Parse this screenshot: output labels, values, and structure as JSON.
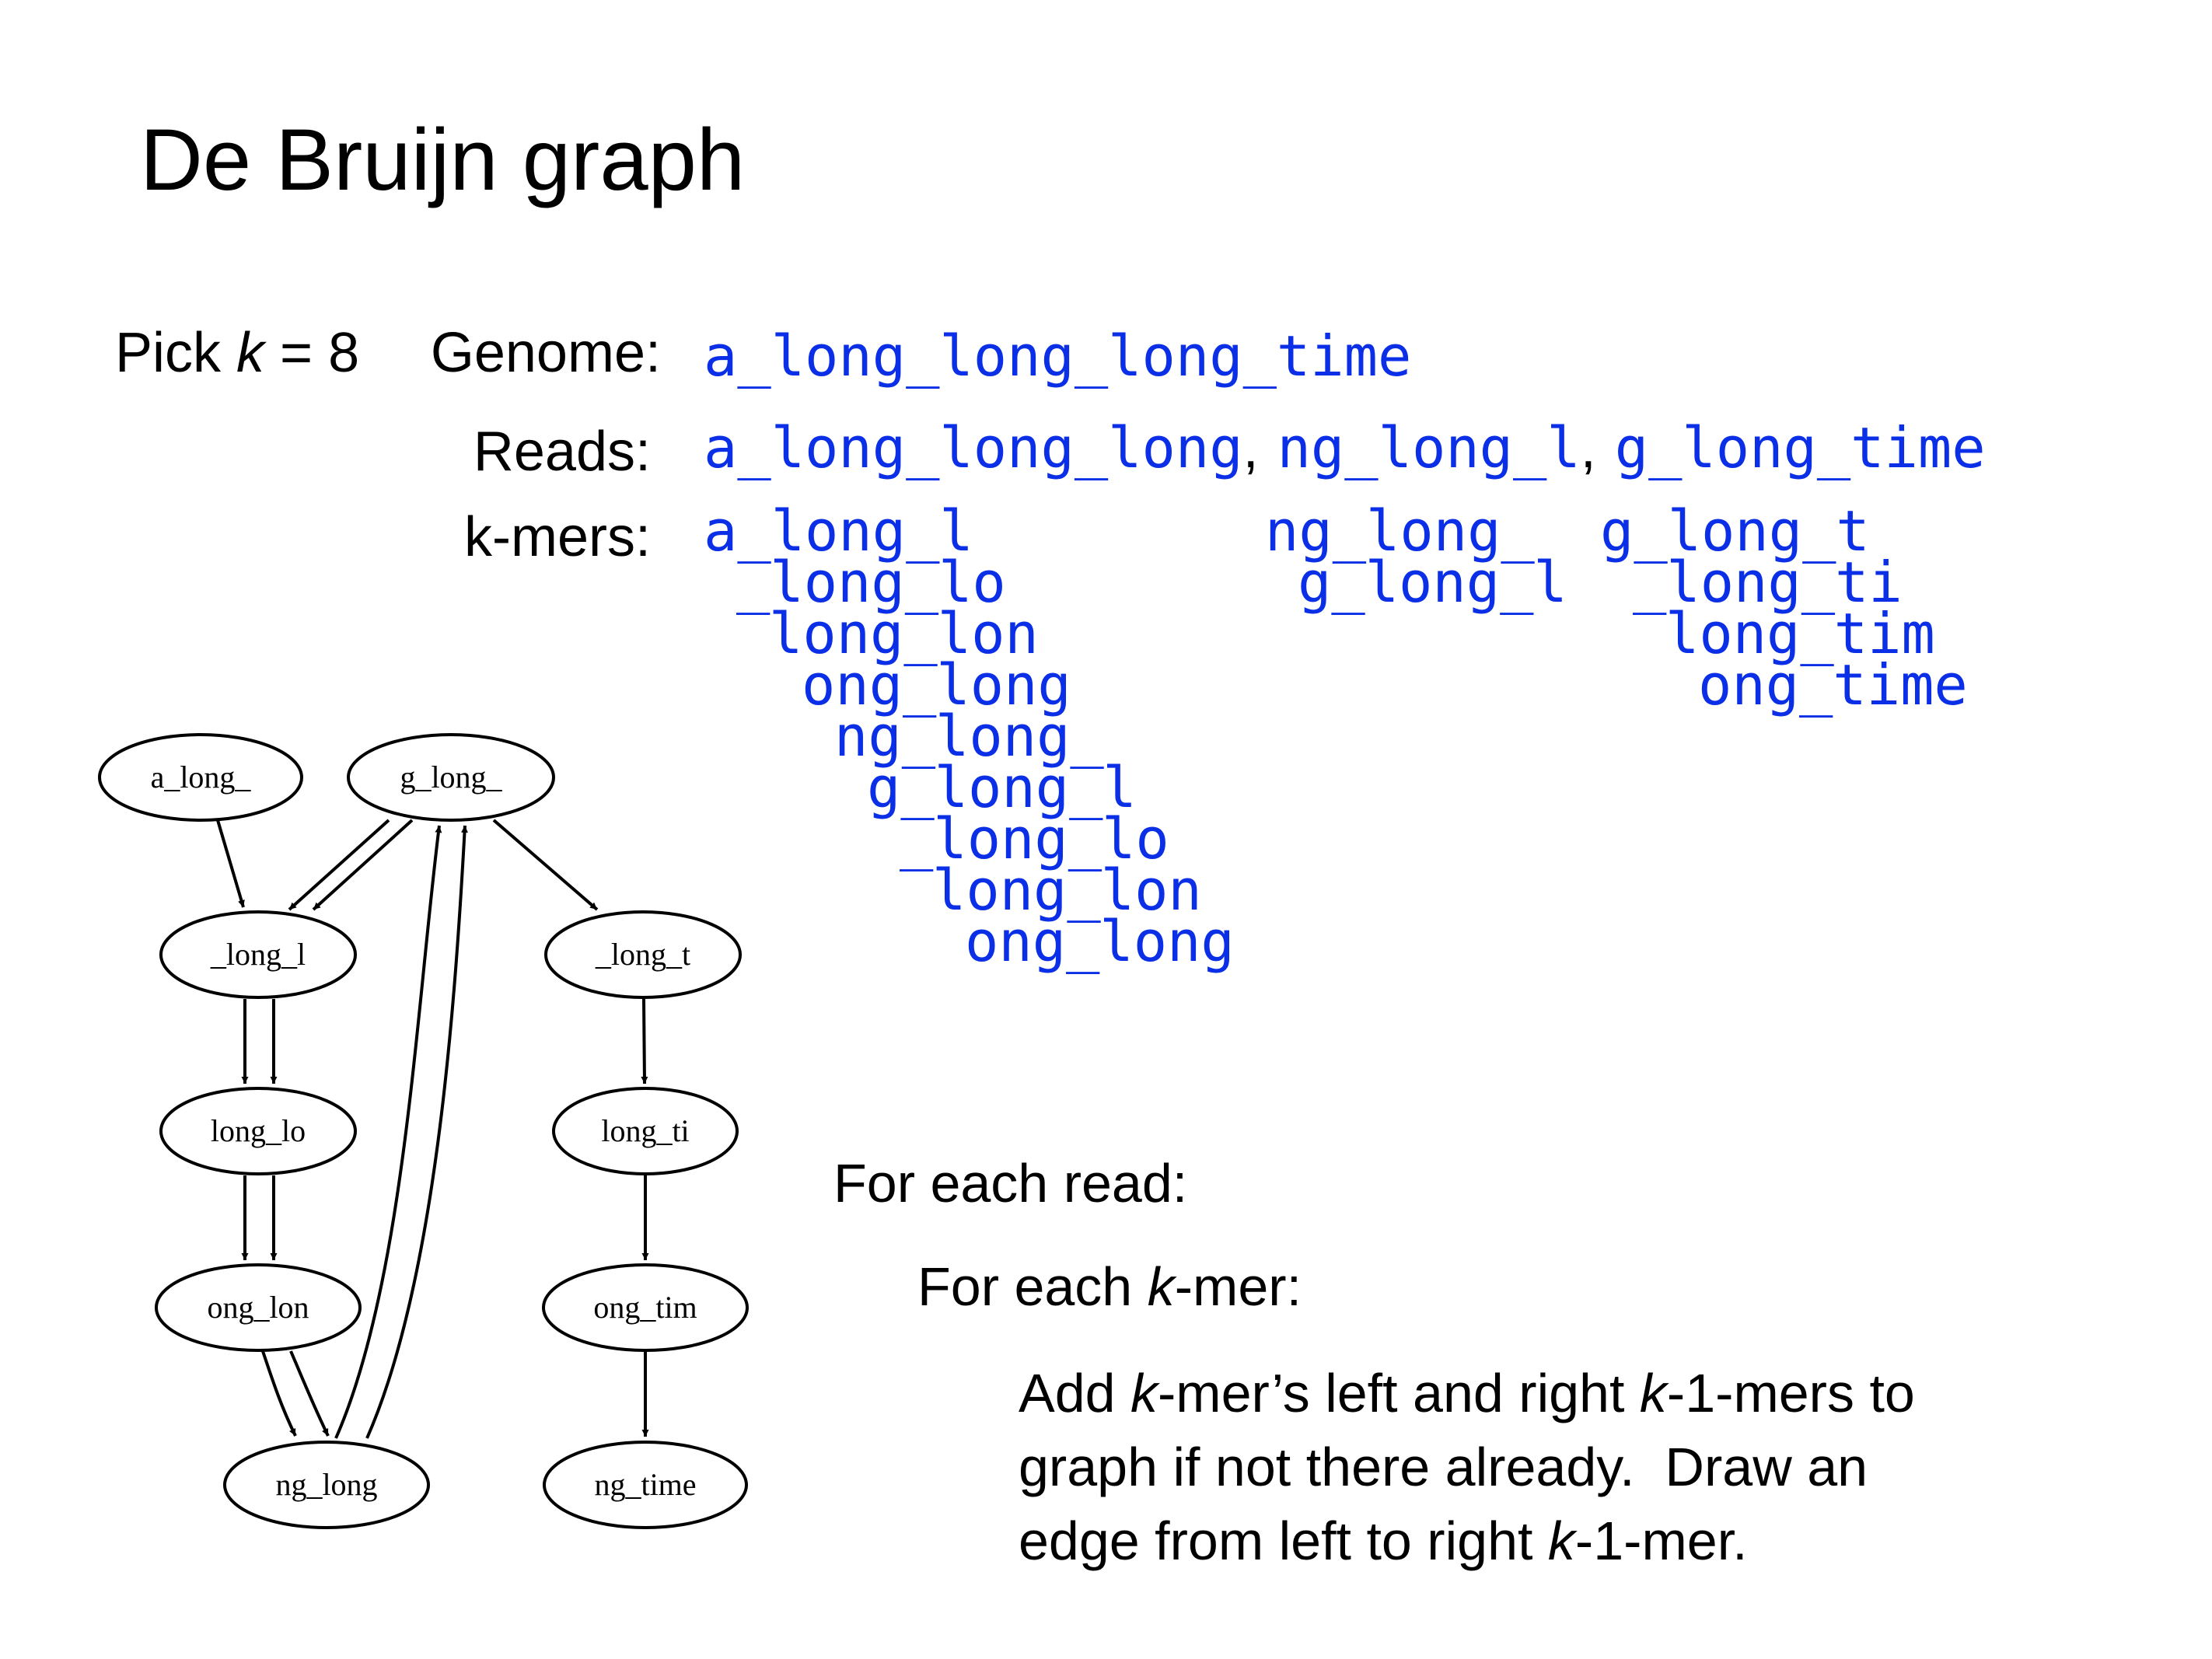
{
  "title": "De Bruijn graph",
  "pick": {
    "prefix": "Pick ",
    "k": "k",
    "suffix": " = 8"
  },
  "genome": {
    "label": "Genome:",
    "value": "a_long_long_long_time"
  },
  "reads": {
    "label": "Reads:",
    "items": [
      "a_long_long_long",
      "ng_long_l",
      "g_long_time"
    ],
    "separator": ","
  },
  "kmers": {
    "label": "k-mers:",
    "columns": [
      [
        "a_long_l",
        "_long_lo",
        "long_lon",
        "ong_long",
        "ng_long_",
        "g_long_l",
        "_long_lo",
        "long_lon",
        "ong_long"
      ],
      [
        "ng_long_",
        "g_long_l"
      ],
      [
        "g_long_t",
        "_long_ti",
        "long_tim",
        "ong_time"
      ]
    ]
  },
  "graph": {
    "nodes": [
      "a_long_",
      "g_long_",
      "_long_l",
      "_long_t",
      "long_lo",
      "long_ti",
      "ong_lon",
      "ong_tim",
      "ng_long",
      "ng_time"
    ],
    "edges": [
      [
        "a_long_",
        "_long_l"
      ],
      [
        "g_long_",
        "_long_l"
      ],
      [
        "g_long_",
        "_long_l"
      ],
      [
        "g_long_",
        "_long_t"
      ],
      [
        "_long_l",
        "long_lo"
      ],
      [
        "_long_l",
        "long_lo"
      ],
      [
        "long_lo",
        "ong_lon"
      ],
      [
        "long_lo",
        "ong_lon"
      ],
      [
        "ong_lon",
        "ng_long"
      ],
      [
        "ong_lon",
        "ng_long"
      ],
      [
        "ng_long",
        "g_long_"
      ],
      [
        "ng_long",
        "g_long_"
      ],
      [
        "_long_t",
        "long_ti"
      ],
      [
        "long_ti",
        "ong_tim"
      ],
      [
        "ong_tim",
        "ng_time"
      ]
    ]
  },
  "instructions": {
    "line1": "For each read:",
    "line2": {
      "prefix": "For each ",
      "k": "k",
      "suffix": "-mer:"
    },
    "para": [
      {
        "t1": "Add ",
        "k1": "k",
        "t2": "-mer’s left and right ",
        "k2": "k",
        "t3": "-1-mers to"
      },
      {
        "t1": "graph if not there already.  Draw an"
      },
      {
        "t1": "edge from left to right ",
        "k1": "k",
        "t2": "-1-mer."
      }
    ]
  },
  "colors": {
    "sequence": "#0a2fe6",
    "text": "#000000"
  }
}
